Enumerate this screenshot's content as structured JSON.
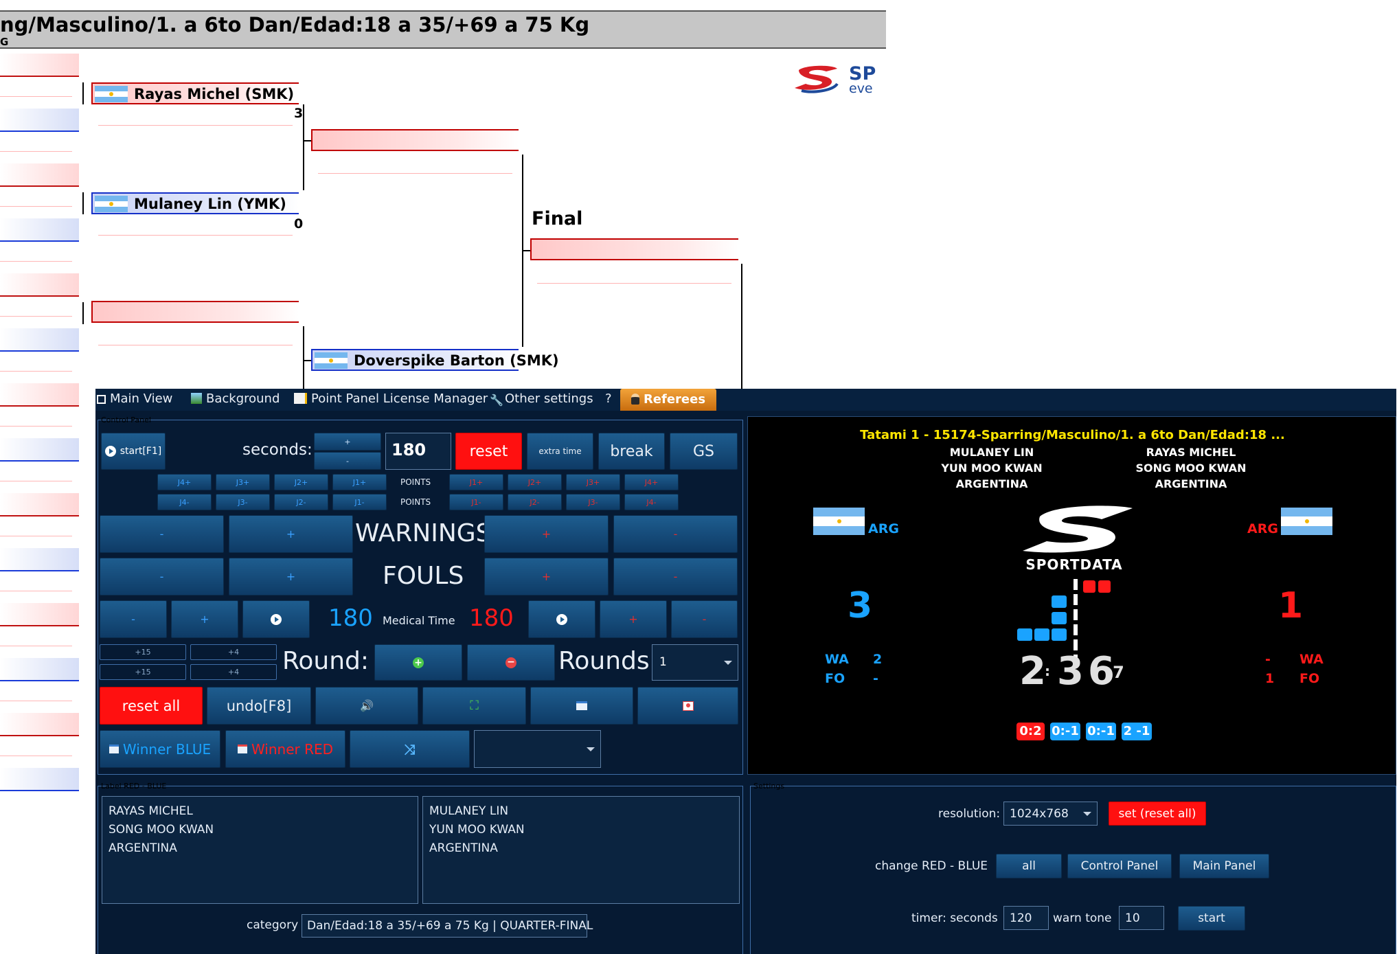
{
  "bracket": {
    "title": "ng/Masculino/1. a 6to Dan/Edad:18 a 35/+69 a 75 Kg",
    "subtitle": "G",
    "logo_text_top": "SP",
    "logo_text_bottom": "eve",
    "final_label": "Final",
    "competitors": [
      {
        "name": "Rayas Michel (SMK)",
        "score": "3"
      },
      {
        "name": "Mulaney Lin (YMK)",
        "score": "0"
      },
      {
        "name": "Doverspike Barton (SMK)"
      }
    ]
  },
  "menu": {
    "main_view": "Main View",
    "background": "Background",
    "license_manager": "Point Panel License Manager",
    "other_settings": "Other settings",
    "help": "?",
    "referees": "Referees"
  },
  "control_panel": {
    "title": "Control Panel",
    "start": "start[F1]",
    "seconds_label": "seconds:",
    "seconds_plus": "+",
    "seconds_minus": "-",
    "seconds_value": "180",
    "reset": "reset",
    "extra_time": "extra time",
    "break": "break",
    "gs": "GS",
    "blue_judges_plus": [
      "J4+",
      "J3+",
      "J2+",
      "J1+"
    ],
    "blue_judges_minus": [
      "J4-",
      "J3-",
      "J2-",
      "J1-"
    ],
    "red_judges_plus": [
      "J1+",
      "J2+",
      "J3+",
      "J4+"
    ],
    "red_judges_minus": [
      "J1-",
      "J2-",
      "J3-",
      "J4-"
    ],
    "points_label": "POINTS",
    "warnings_label": "WARNINGS",
    "fouls_label": "FOULS",
    "minus": "-",
    "plus": "+",
    "blue_medical": "180",
    "medical_label": "Medical Time",
    "red_medical": "180",
    "plus15": "+15",
    "plus4": "+4",
    "round_label": "Round:",
    "rounds_label": "Rounds",
    "rounds_value": "1",
    "reset_all": "reset all",
    "undo": "undo[F8]",
    "winner_blue": "Winner BLUE",
    "winner_red": "Winner RED"
  },
  "labels_panel": {
    "title": "Label RED - BLUE",
    "red_lines": [
      "RAYAS MICHEL",
      "SONG MOO KWAN",
      "ARGENTINA"
    ],
    "blue_lines": [
      "MULANEY LIN",
      "YUN MOO KWAN",
      "ARGENTINA"
    ],
    "category_label": "category",
    "category_value": "Dan/Edad:18 a 35/+69 a 75 Kg | QUARTER-FINAL"
  },
  "scoreboard": {
    "header": "Tatami 1 - 15174-Sparring/Masculino/1. a 6to Dan/Edad:18 ...",
    "blue_name": "MULANEY LIN",
    "blue_club": "YUN MOO KWAN",
    "blue_country": "ARGENTINA",
    "red_name": "RAYAS MICHEL",
    "red_club": "SONG MOO KWAN",
    "red_country": "ARGENTINA",
    "blue_code": "ARG",
    "red_code": "ARG",
    "logo_word": "SPORTDATA",
    "blue_score": "3",
    "red_score": "1",
    "wa": "WA",
    "fo": "FO",
    "blue_wa": "2",
    "blue_fo": "-",
    "red_wa": "-",
    "red_fo": "1",
    "timer_min": "2",
    "timer_sep": ":",
    "timer_sec": "36",
    "timer_tenth": ".7",
    "judge_pills": [
      "0:2",
      "0:-1",
      "0:-1",
      "2 -1"
    ],
    "blue_color": "#1aa3ff",
    "red_color": "#ff1a1a"
  },
  "settings": {
    "title": "Settings",
    "resolution_label": "resolution:",
    "resolution_value": "1024x768",
    "set_reset": "set (reset all)",
    "change_label": "change  RED - BLUE",
    "all": "all",
    "control_panel": "Control Panel",
    "main_panel": "Main Panel",
    "timer_label": "timer: seconds",
    "timer_value": "120",
    "warn_label": "warn tone",
    "warn_value": "10",
    "start": "start"
  }
}
